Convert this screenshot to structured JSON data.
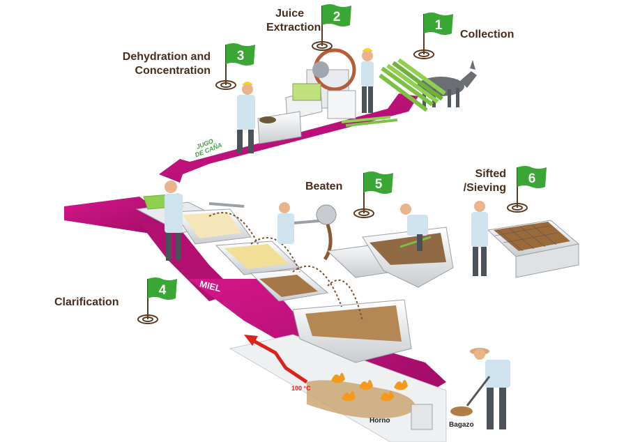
{
  "stages": [
    {
      "number": "1",
      "label": "Collection"
    },
    {
      "number": "2",
      "label_line1": "Juice",
      "label_line2": "Extraction"
    },
    {
      "number": "3",
      "label_line1": "Dehydration and",
      "label_line2": "Concentration"
    },
    {
      "number": "4",
      "label": "Clarification"
    },
    {
      "number": "5",
      "label": "Beaten"
    },
    {
      "number": "6",
      "label_line1": "Sifted",
      "label_line2": "/Sieving"
    }
  ],
  "annotations": {
    "juice_line1": "JUGO",
    "juice_line2": "DE CAÑA",
    "honey": "MIEL",
    "temperature": "100 °C",
    "oven": "Horno",
    "bagasse": "Bagazo"
  },
  "colors": {
    "arrow_magenta": "#c0117a",
    "flag_green": "#3aa635",
    "label_brown": "#4a2c1a",
    "heat_arrow_red": "#d9241b",
    "cane_green": "#7cc242"
  }
}
